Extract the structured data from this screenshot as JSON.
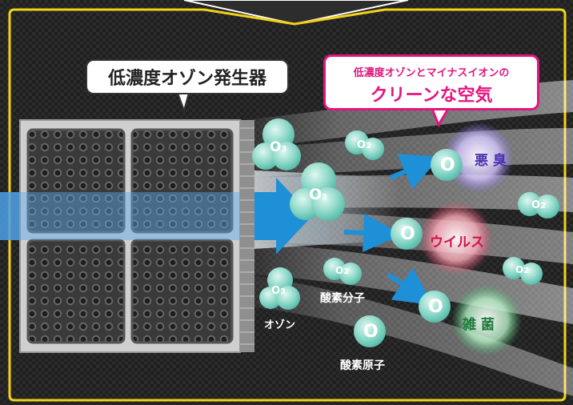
{
  "callouts": {
    "generator_title": "低濃度オゾン発生器",
    "clean_air_line1": "低濃度オゾンとマイナスイオンの",
    "clean_air_line2": "クリーンな空気"
  },
  "targets": {
    "odor": "悪 臭",
    "virus": "ウイルス",
    "bacteria": "雑 菌"
  },
  "molecule_labels": {
    "ozone": "オゾン",
    "oxygen_molecule": "酸素分子",
    "oxygen_atom": "酸素原子"
  },
  "symbols": {
    "o3_main": "O",
    "o3_sub": "3",
    "o2_main": "O",
    "o2_sub": "2",
    "o_atom": "O"
  },
  "colors": {
    "frame": "#f2d21a",
    "callout_accent": "#e3157f",
    "molecule": "#7fd3c3",
    "arrow": "#1e90d8",
    "odor_glow": "#c9b6ff",
    "virus_glow": "#ff6d8a",
    "bacteria_glow": "#7fdc9a"
  }
}
